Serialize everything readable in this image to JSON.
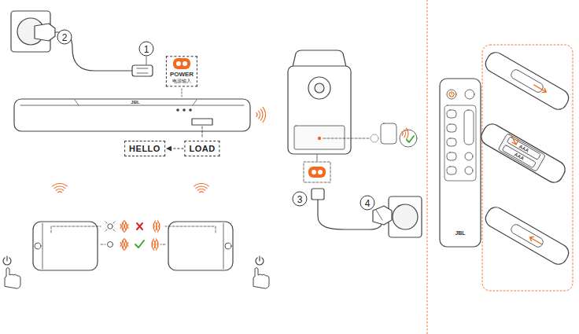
{
  "diagram": {
    "nodes": [
      {
        "text": [
          "2"
        ]
      },
      {
        "text": [
          "1"
        ]
      },
      {
        "text": [
          "POWER",
          "电源输入"
        ]
      },
      {
        "text": [
          "HELLO"
        ]
      },
      {
        "text": [
          "LOAD"
        ]
      },
      {
        "text": [
          "3"
        ]
      },
      {
        "text": [
          "4"
        ]
      }
    ],
    "edges": [
      {
        "from": 4,
        "to": 3,
        "arrow": "to"
      }
    ],
    "labels": [
      "JBL",
      "JBL",
      "AAA",
      "AAA"
    ]
  }
}
